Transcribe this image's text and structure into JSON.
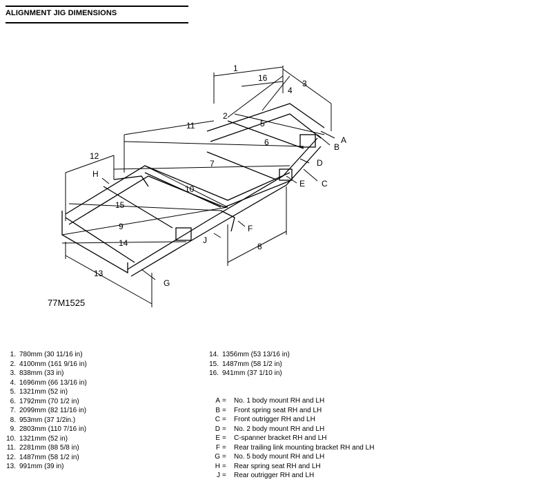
{
  "title": "ALIGNMENT JIG DIMENSIONS",
  "figure_code": "77M1525",
  "callouts": {
    "n1": "1",
    "n2": "2",
    "n3": "3",
    "n4": "4",
    "n5": "5",
    "n6": "6",
    "n7": "7",
    "n8": "8",
    "n9": "9",
    "n10": "10",
    "n11": "11",
    "n12": "12",
    "n13": "13",
    "n14": "14",
    "n15": "15",
    "n16": "16",
    "A": "A",
    "B": "B",
    "C": "C",
    "D": "D",
    "E": "E",
    "F": "F",
    "G": "G",
    "H": "H",
    "J": "J"
  },
  "dimensions": [
    {
      "num": "1.",
      "value": "780mm (30 11/16 in)"
    },
    {
      "num": "2.",
      "value": "4100mm (161 9/16 in)"
    },
    {
      "num": "3.",
      "value": "838mm (33 in)"
    },
    {
      "num": "4.",
      "value": "1696mm (66 13/16 in)"
    },
    {
      "num": "5.",
      "value": "1321mm (52 in)"
    },
    {
      "num": "6.",
      "value": "1792mm (70 1/2 in)"
    },
    {
      "num": "7.",
      "value": "2099mm (82 11/16 in)"
    },
    {
      "num": "8.",
      "value": "953mm (37 1/2in.)"
    },
    {
      "num": "9.",
      "value": "2803mm (110 7/16 in)"
    },
    {
      "num": "10.",
      "value": "1321mm (52 in)"
    },
    {
      "num": "11.",
      "value": "2281mm (88 5/8 in)"
    },
    {
      "num": "12.",
      "value": "1487mm (58 1/2 in)"
    },
    {
      "num": "13.",
      "value": "991mm (39 in)"
    },
    {
      "num": "14.",
      "value": "1356mm (53 13/16 in)"
    },
    {
      "num": "15.",
      "value": "1487mm (58 1/2 in)"
    },
    {
      "num": "16.",
      "value": "941mm (37 1/10 in)"
    }
  ],
  "points": [
    {
      "key": "A",
      "eq": "=",
      "desc": "No. 1 body mount RH and LH"
    },
    {
      "key": "B",
      "eq": "=",
      "desc": "Front spring seat RH and LH"
    },
    {
      "key": "C",
      "eq": "=",
      "desc": "Front outrigger RH and LH"
    },
    {
      "key": "D",
      "eq": "=",
      "desc": "No. 2 body mount RH and LH"
    },
    {
      "key": "E",
      "eq": "=",
      "desc": "C-spanner bracket RH and LH"
    },
    {
      "key": "F",
      "eq": "=",
      "desc": "Rear trailing link mounting bracket RH and LH"
    },
    {
      "key": "G",
      "eq": "=",
      "desc": "No. 5 body mount RH and LH"
    },
    {
      "key": "H",
      "eq": "=",
      "desc": "Rear spring seat RH and LH"
    },
    {
      "key": "J",
      "eq": "=",
      "desc": "Rear outrigger RH and LH"
    }
  ]
}
